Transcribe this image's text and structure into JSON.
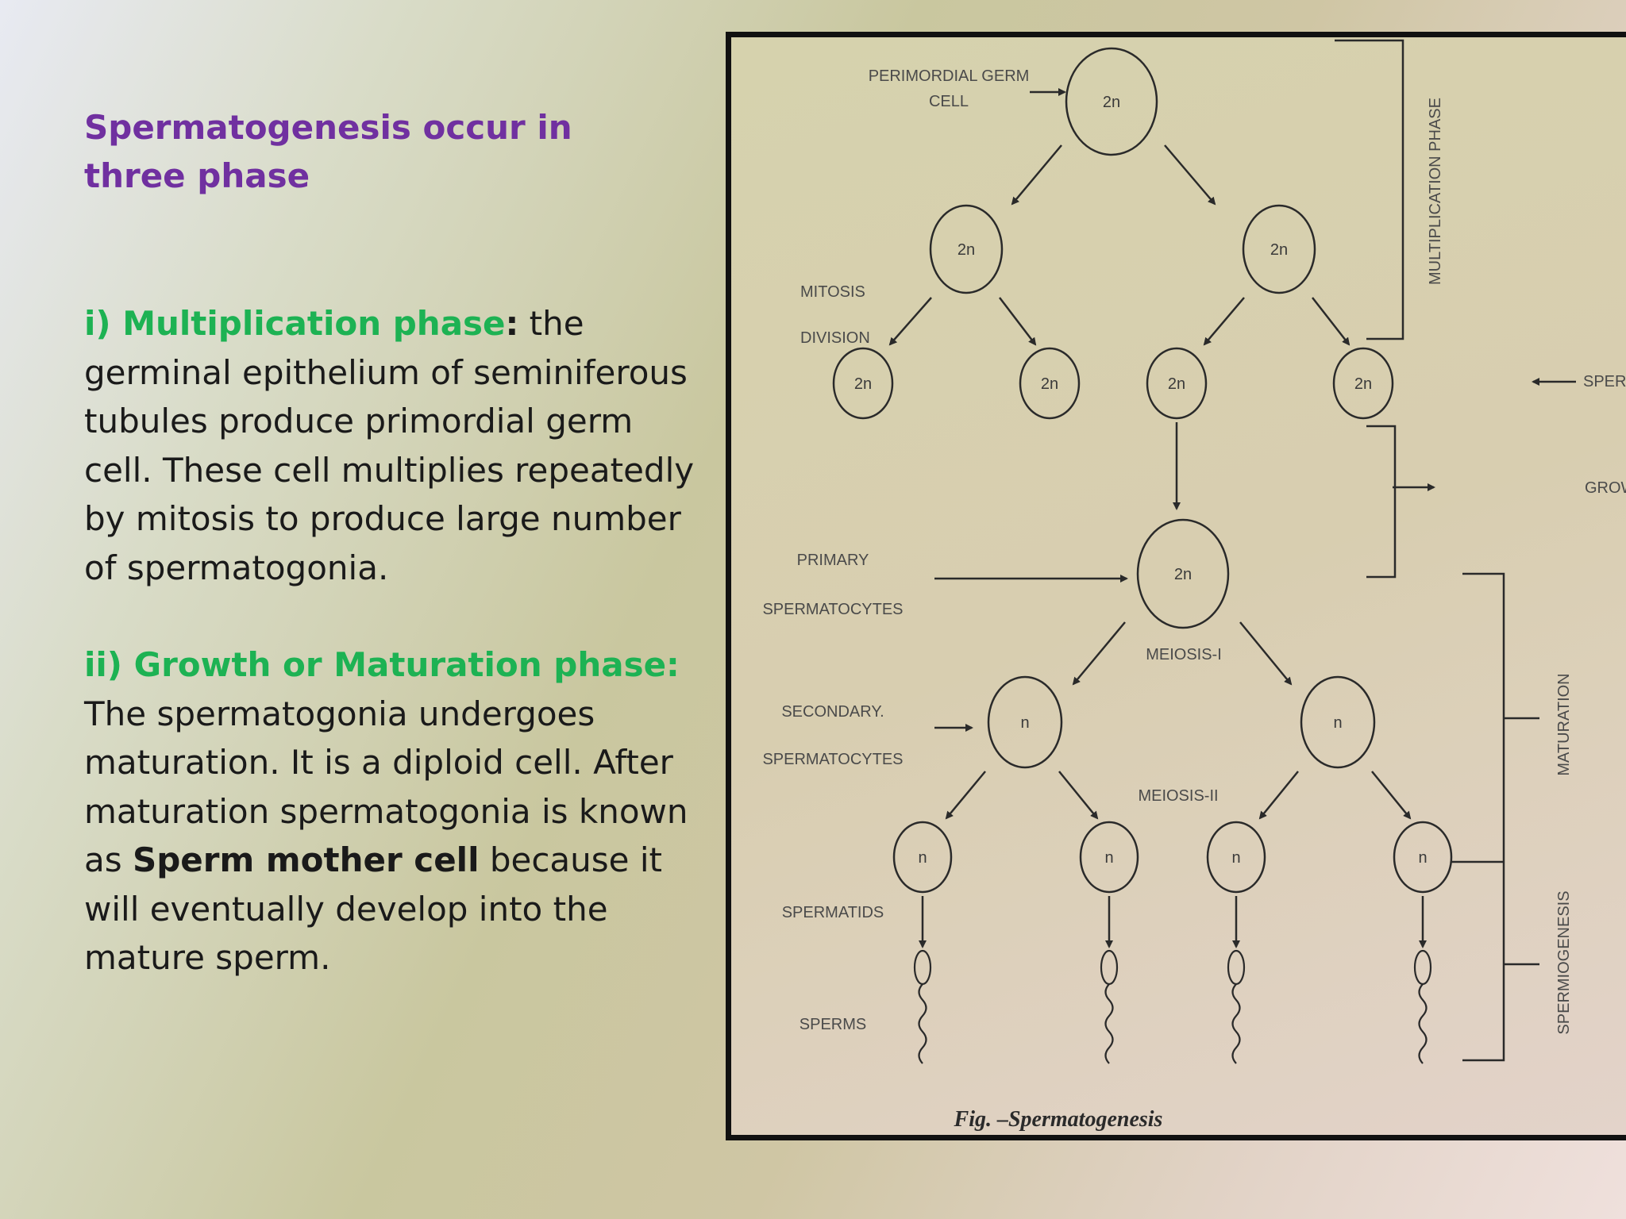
{
  "title": "Spermatogenesis occur in three phase",
  "sections": [
    {
      "heading": "i) Multiplication phase",
      "colon": ":",
      "text": " the germinal epithelium of seminiferous tubules produce primordial germ cell. These cell multiplies repeatedly by mitosis to produce large number of spermatogonia."
    },
    {
      "heading": "ii) Growth or Maturation phase:",
      "text_before": " The spermatogonia undergoes maturation. It is a diploid cell. After maturation spermatogonia is known as ",
      "bold": "Sperm mother cell",
      "text_after": " because it will eventually develop into the mature sperm."
    }
  ],
  "figure": {
    "caption": "Fig. –Spermatogenesis",
    "labels": {
      "pgc_line1": "PERIMORDIAL GERM",
      "pgc_line2": "CELL",
      "mitosis": "MITOSIS",
      "division": "DIVISION",
      "spermatogonid": "SPERMATOGONID",
      "growth_phase": "GROWTH PHASE",
      "primary_line1": "PRIMARY",
      "primary_line2": "SPERMATOCYTES",
      "meiosis1": "MEIOSIS-I",
      "secondary_line1": "SECONDARY.",
      "secondary_line2": "SPERMATOCYTES",
      "meiosis2": "MEIOSIS-II",
      "spermatids": "SPERMATIDS",
      "sperms": "SPERMS",
      "multiplication_phase": "MULTIPLICATION PHASE",
      "maturation": "MATURATION",
      "spermiogenesis": "SPERMIOGENESIS"
    },
    "cell_labels": {
      "diploid": "2n",
      "haploid": "n"
    }
  }
}
